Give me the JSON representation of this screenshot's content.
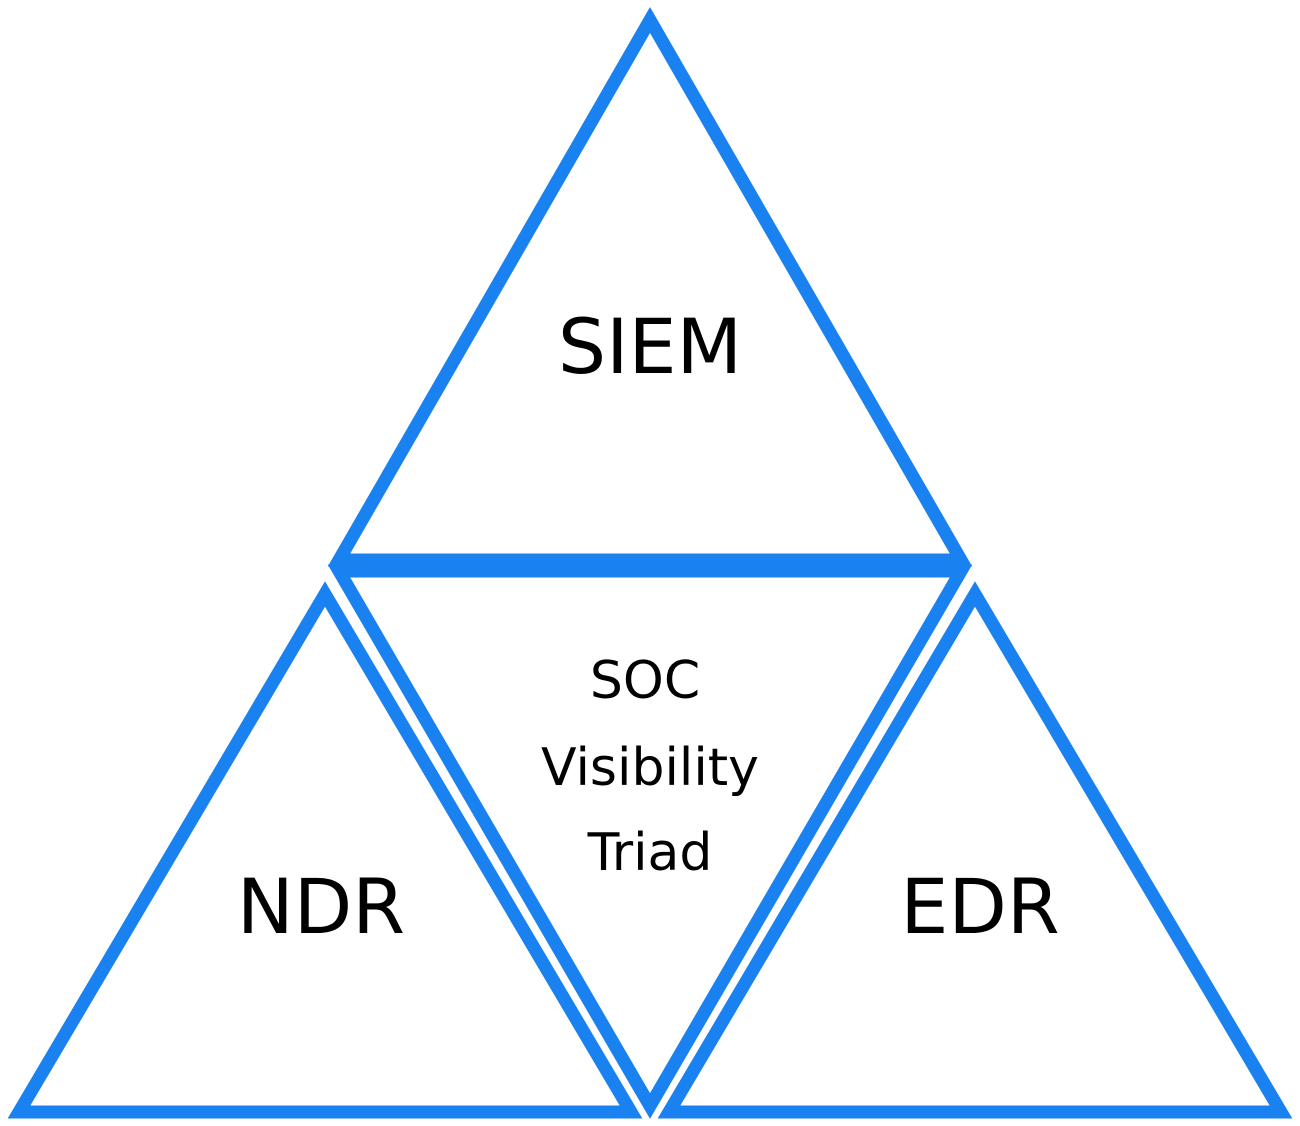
{
  "colors": {
    "stroke": "#1a82f0",
    "text": "#000000",
    "background": "#ffffff"
  },
  "triangles": {
    "top": "SIEM",
    "left": "NDR",
    "right": "EDR"
  },
  "center": {
    "line1": "SOC",
    "line2": "Visibility",
    "line3": "Triad"
  }
}
